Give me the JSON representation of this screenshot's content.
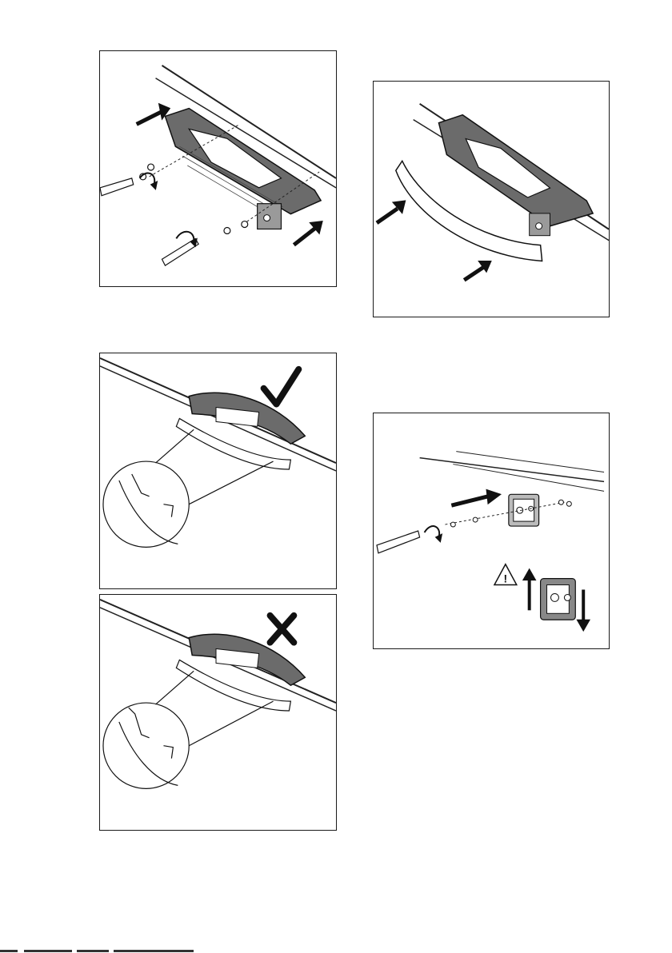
{
  "page": {
    "background": "#ffffff",
    "line_color": "#1a1a1a"
  },
  "figures": [
    {
      "id": "fig-1",
      "content": "handle-mount-screws-illustration",
      "icons": [
        "push-arrow-icon",
        "screwdriver-rotate-icon",
        "screw-icon"
      ]
    },
    {
      "id": "fig-2",
      "content": "handle-cover-fit-illustration",
      "icons": [
        "push-arrow-icon"
      ]
    },
    {
      "id": "fig-3",
      "content": "cover-correct-fit-illustration",
      "icons": [
        "checkmark-icon",
        "magnifier-detail-icon"
      ]
    },
    {
      "id": "fig-4",
      "content": "cover-incorrect-fit-illustration",
      "icons": [
        "cross-icon",
        "magnifier-detail-icon"
      ]
    },
    {
      "id": "fig-5",
      "content": "bracket-mount-screws-illustration",
      "icons": [
        "push-arrow-icon",
        "screwdriver-rotate-icon",
        "warning-triangle-icon",
        "up-down-arrows-icon"
      ]
    }
  ],
  "warning_symbol": "!"
}
